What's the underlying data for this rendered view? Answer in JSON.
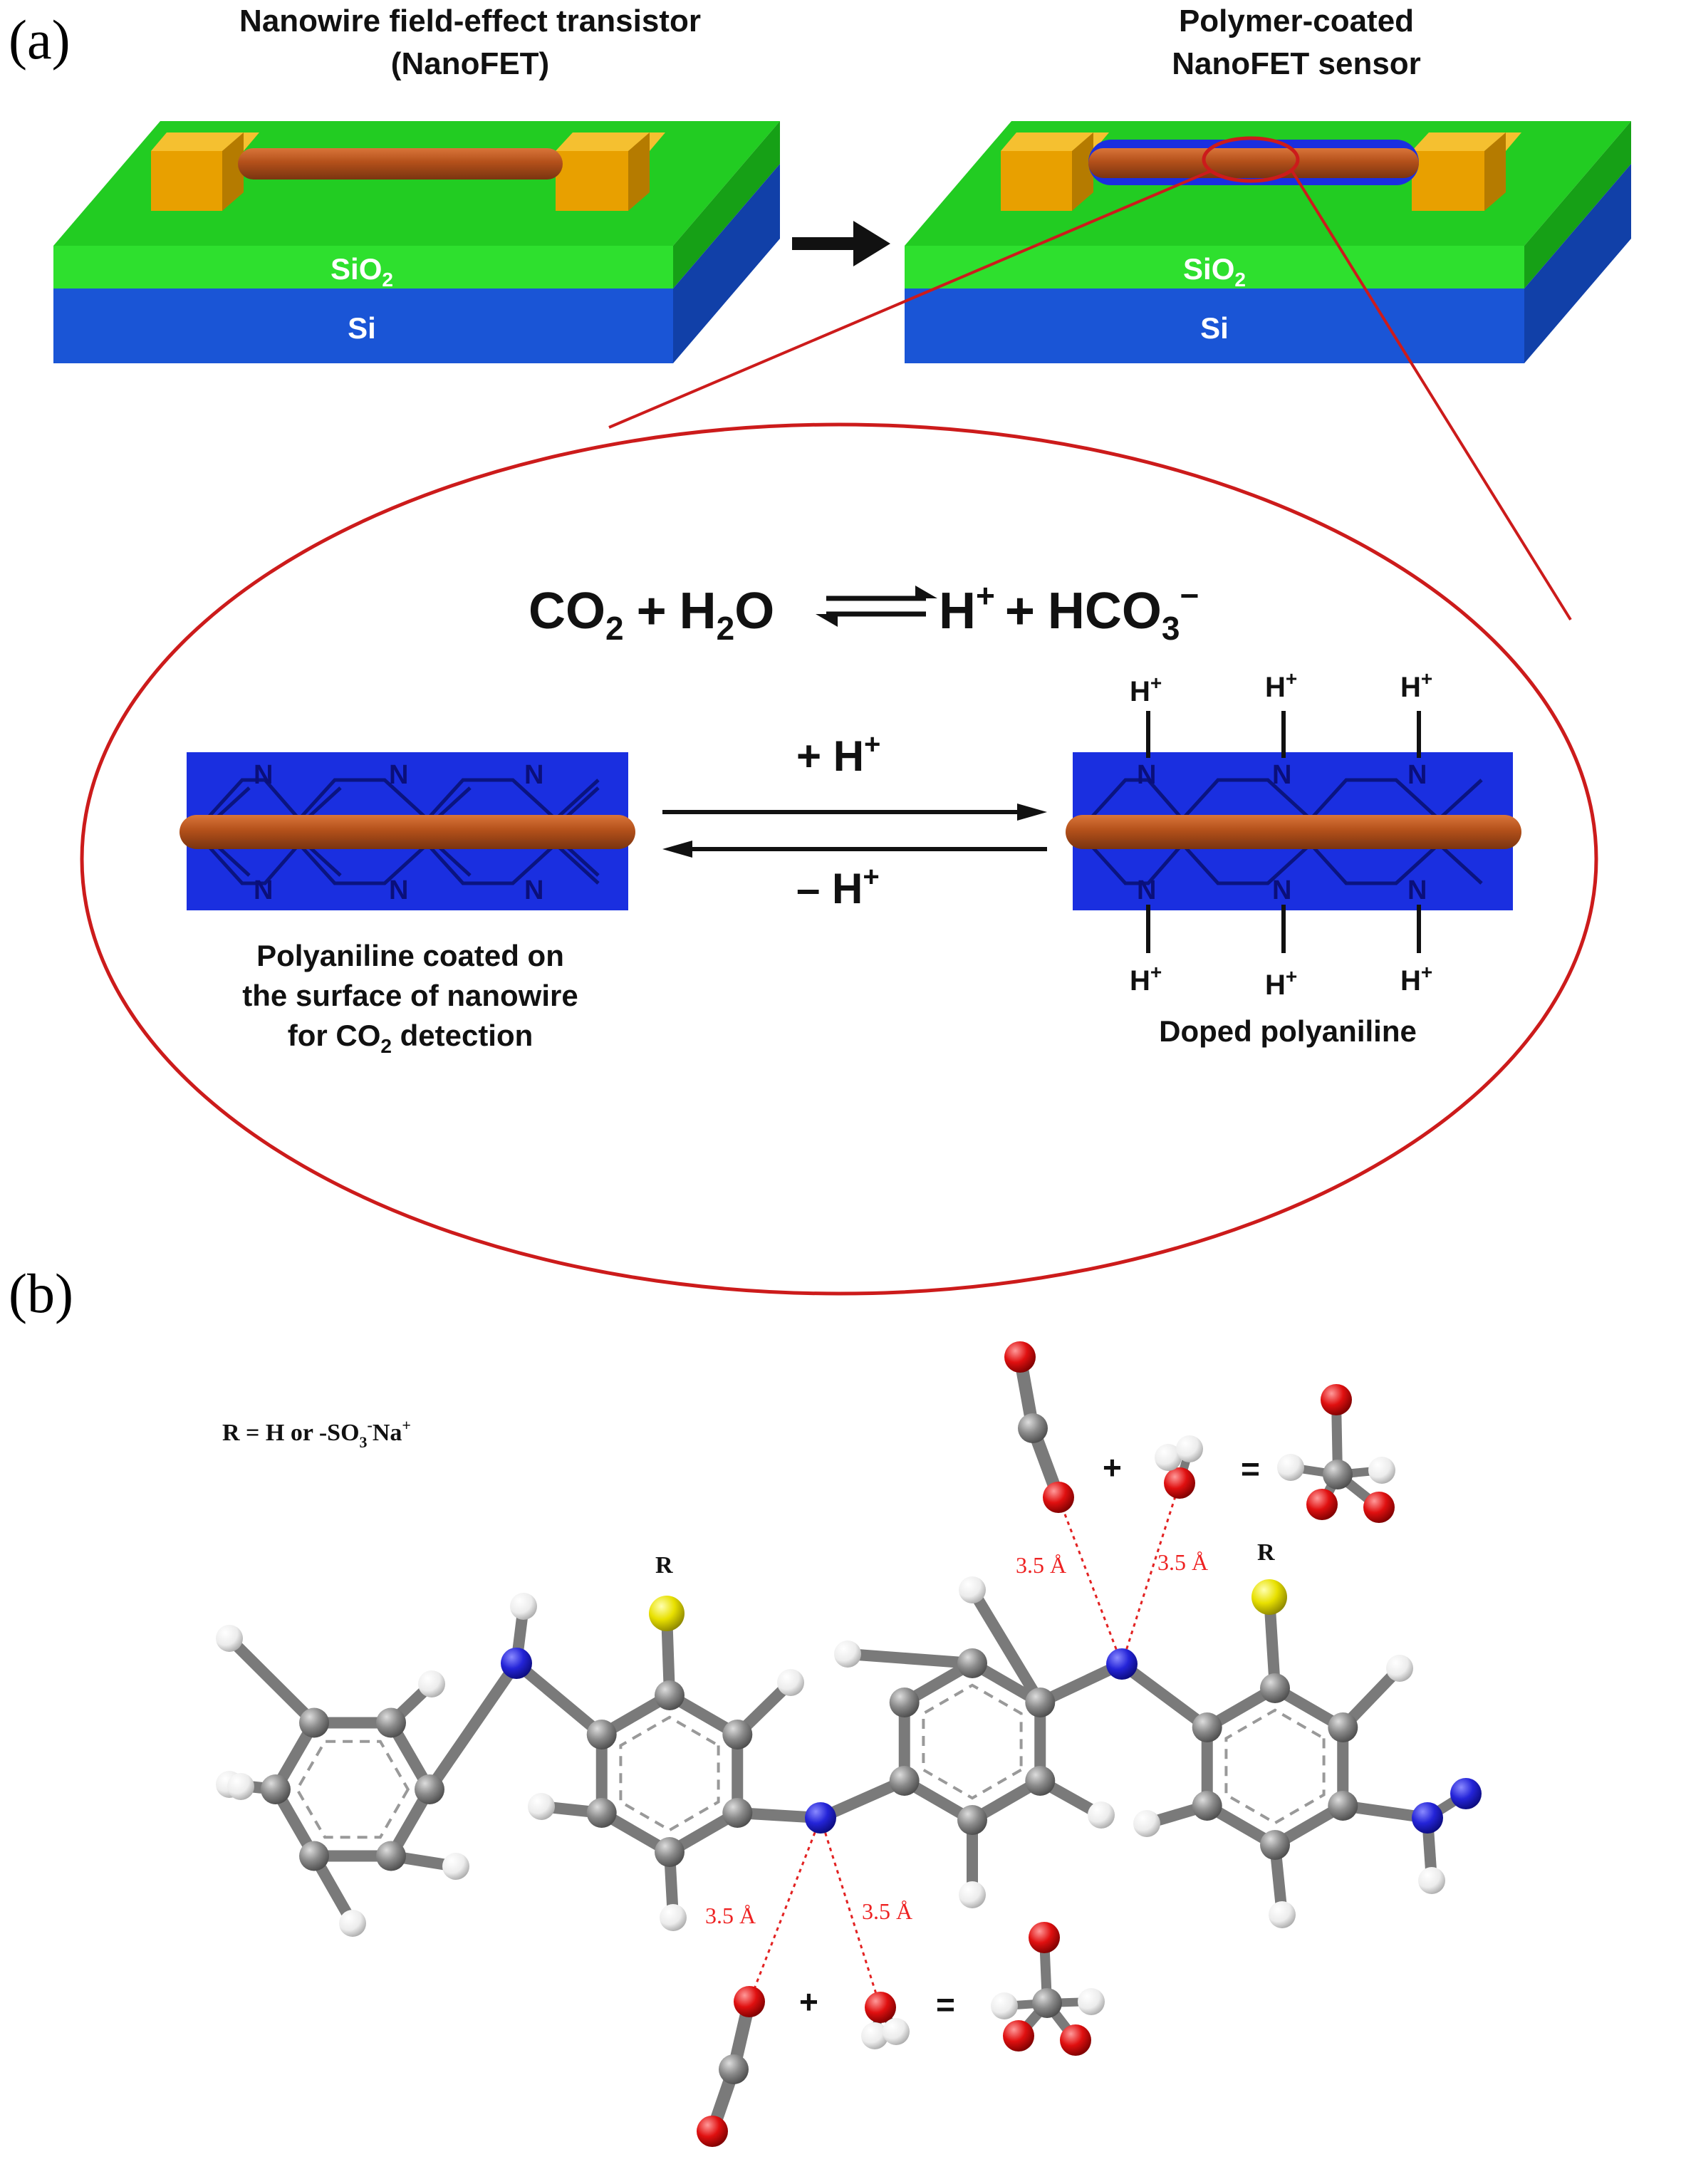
{
  "panel_a": {
    "letter": "(a)",
    "left_title_1": "Nanowire field-effect transistor",
    "left_title_2": "(NanoFET)",
    "right_title_1": "Polymer-coated",
    "right_title_2": "NanoFET sensor",
    "oxide_label": "SiO",
    "oxide_sub": "2",
    "substrate_label": "Si",
    "equation": {
      "co2": "CO",
      "co2_sub": "2",
      "plus1": "+",
      "h2o_h": "H",
      "h2o_sub": "2",
      "h2o_o": "O",
      "hplus": "H",
      "hplus_sup": "+",
      "plus2": "+",
      "hco3": "HCO",
      "hco3_sub": "3",
      "hco3_sup": "−"
    },
    "forward_label": "+ H",
    "forward_sup": "+",
    "reverse_label": "– H",
    "reverse_sup": "+",
    "n_label": "N",
    "h_plus_label": "H",
    "h_plus_sup": "+",
    "left_caption_1": "Polyaniline coated on",
    "left_caption_2": "the surface of nanowire",
    "left_caption_3a": "for CO",
    "left_caption_3sub": "2",
    "left_caption_3b": " detection",
    "right_caption": "Doped polyaniline"
  },
  "panel_b": {
    "letter": "(b)",
    "r_def_a": "R = H or -SO",
    "r_def_sub": "3",
    "r_def_sup1": "-",
    "r_def_b": "Na",
    "r_def_sup2": "+",
    "r_label": "R",
    "distance": "3.5 Å",
    "plus": "+",
    "equals": "="
  },
  "colors": {
    "oxide": "#22cc22",
    "oxide_side": "#19a619",
    "substrate": "#1a55d6",
    "substrate_side": "#1140a8",
    "contact": "#e8a000",
    "nanowire": "#b3501a",
    "polymer": "#1a2fe0",
    "ellipse": "#cc1b1b",
    "carbon": "#777777",
    "hydrogen": "#e8e8e8",
    "nitrogen": "#2424d8",
    "oxygen": "#e01010",
    "sulfur": "#e8e000",
    "distance": "#e22222"
  }
}
